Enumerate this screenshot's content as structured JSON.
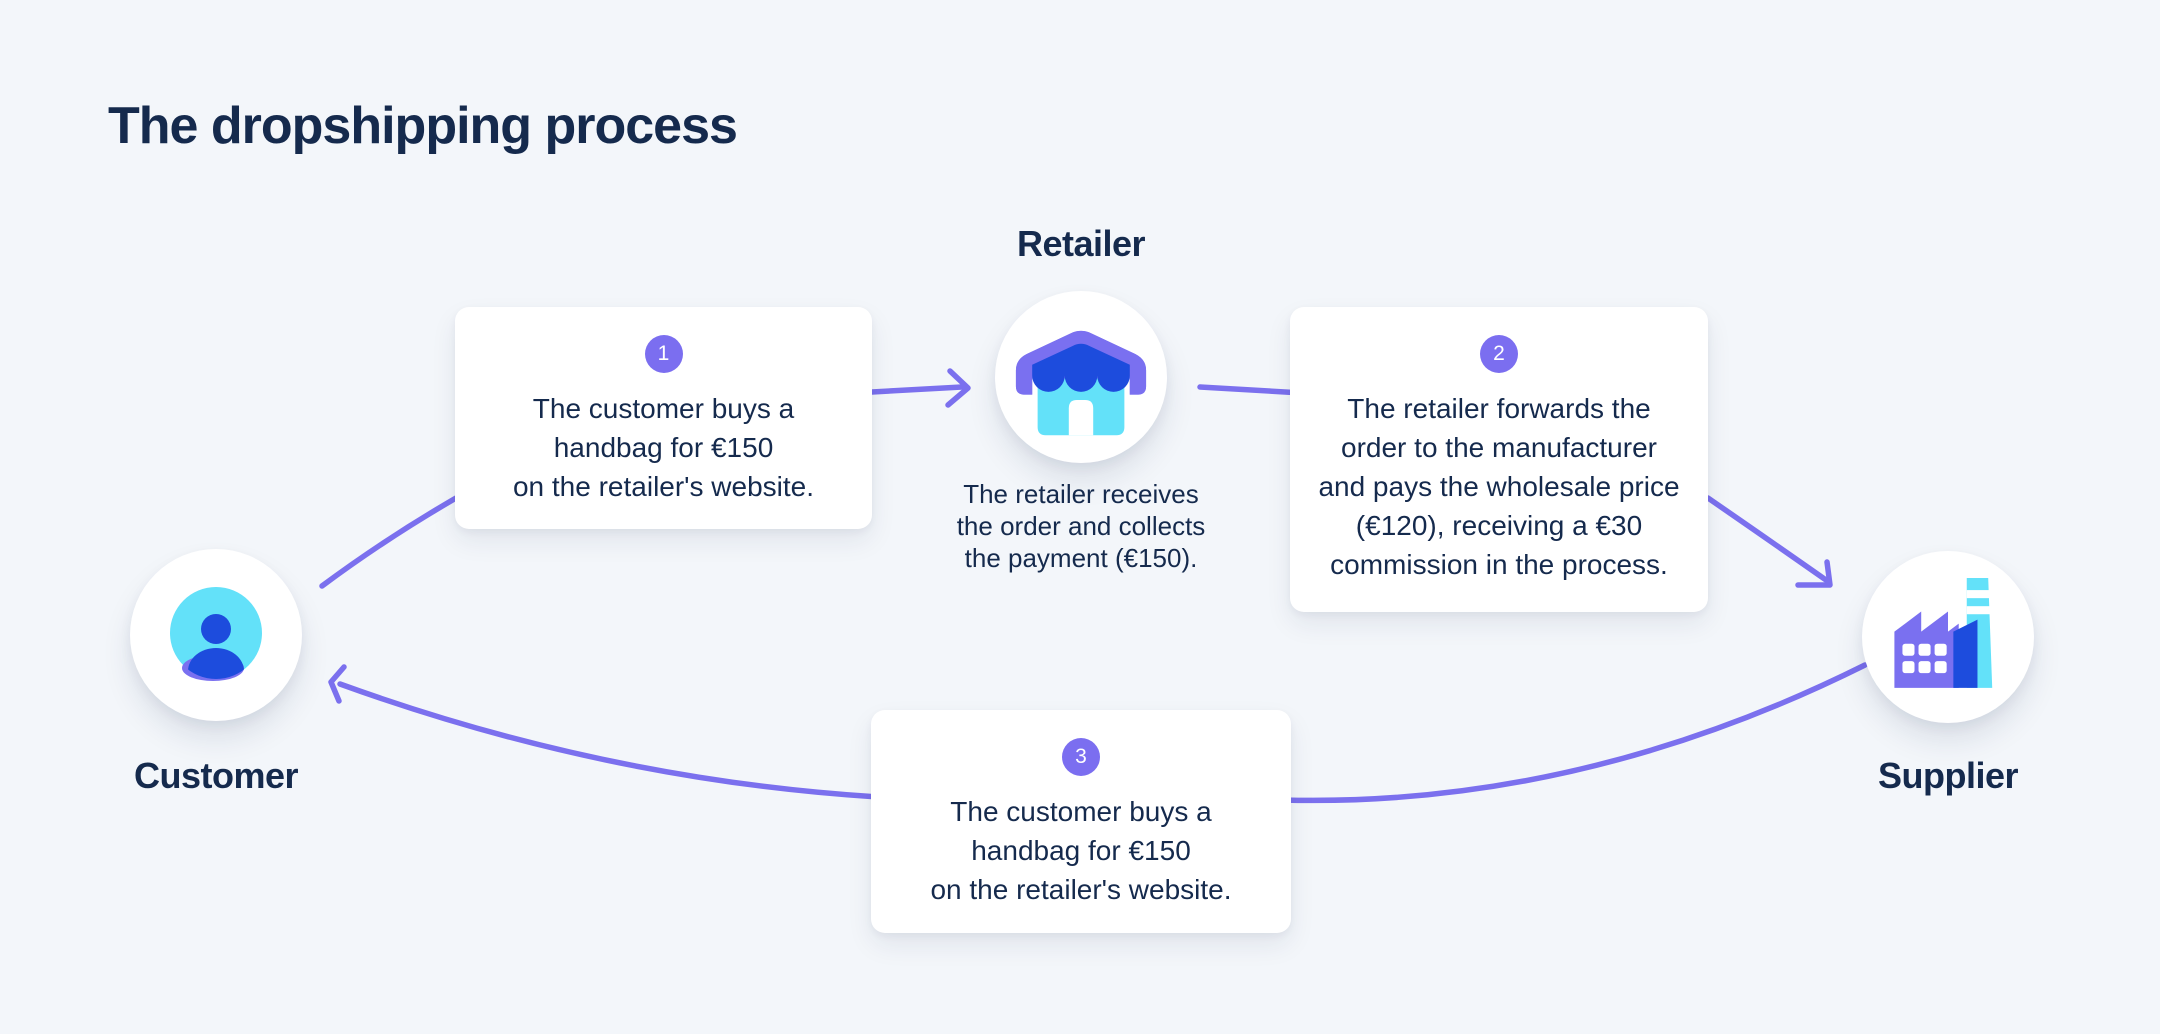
{
  "page": {
    "title": "The dropshipping process"
  },
  "colors": {
    "background": "#f3f6fa",
    "text_navy": "#152a4d",
    "accent_purple": "#7b6ef0",
    "icon_blue": "#1d4cdd",
    "icon_cyan": "#63e1f9",
    "card_white": "#ffffff"
  },
  "entities": {
    "customer": {
      "label": "Customer",
      "icon": "person-icon"
    },
    "retailer": {
      "label": "Retailer",
      "icon": "storefront-icon",
      "caption_lines": [
        "The retailer receives",
        "the order and collects",
        "the payment (€150)."
      ]
    },
    "supplier": {
      "label": "Supplier",
      "icon": "factory-icon"
    }
  },
  "steps": [
    {
      "number": "1",
      "lines": [
        "The customer buys a",
        "handbag for €150",
        "on the retailer's website."
      ]
    },
    {
      "number": "2",
      "lines": [
        "The retailer forwards the",
        "order to the manufacturer",
        "and pays the wholesale price",
        "(€120), receiving a €30",
        "commission in the process."
      ]
    },
    {
      "number": "3",
      "lines": [
        "The customer buys a",
        "handbag for €150",
        "on the retailer's website."
      ]
    }
  ]
}
